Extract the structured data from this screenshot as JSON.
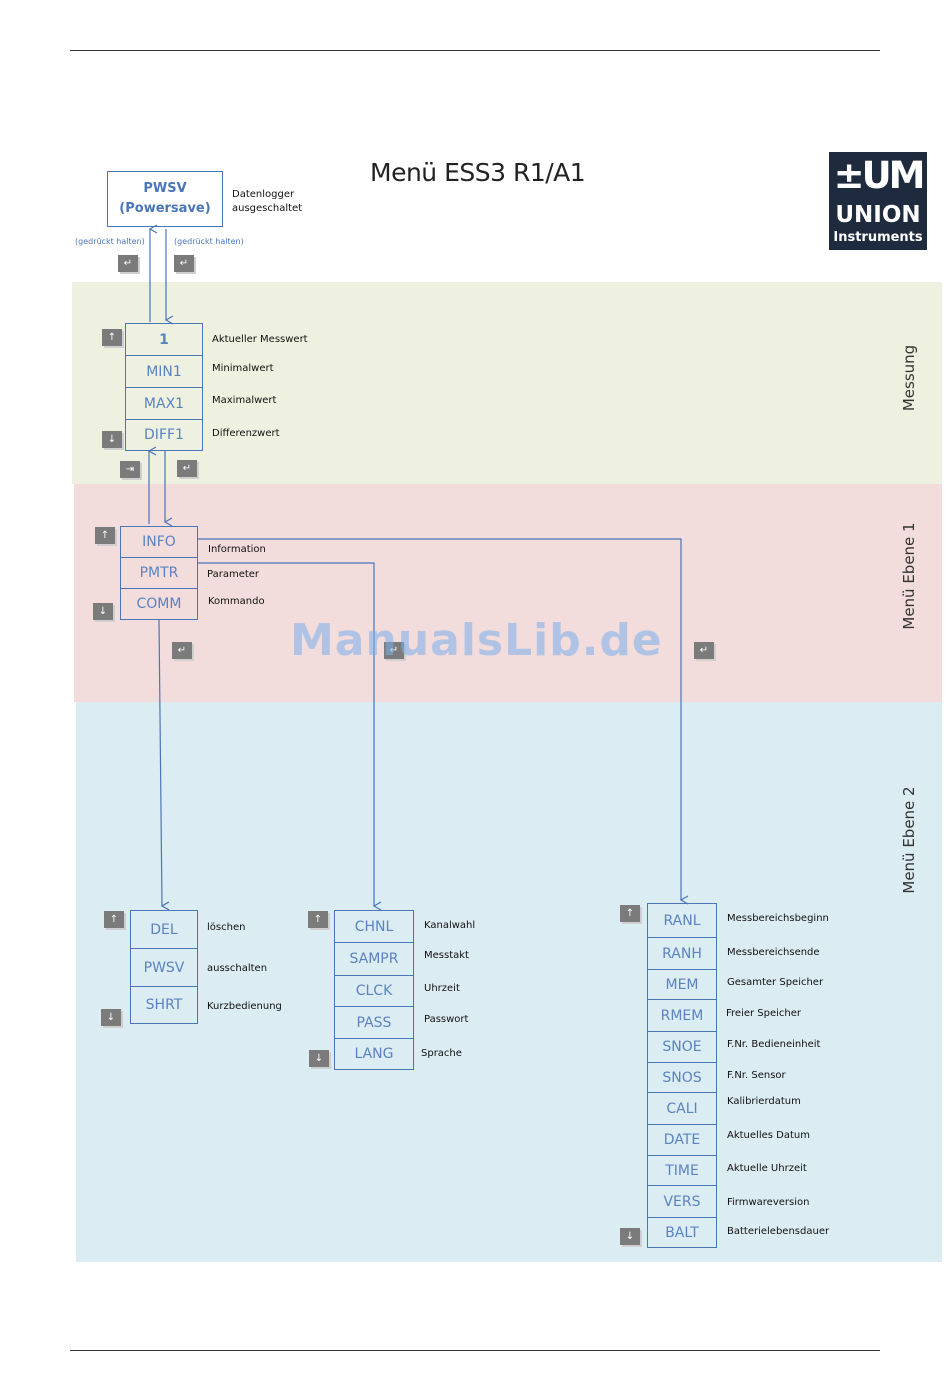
{
  "title": "Menü ESS3 R1/A1",
  "logo": {
    "mark": "±UM",
    "brand": "UNION",
    "sub": "Instruments",
    "bg_color": "#1e2a3e"
  },
  "watermark": "ManualsLib.de",
  "colors": {
    "band_messung": "#eef0e0",
    "band_menu1": "#f3dcdc",
    "band_menu2": "#dcecf3",
    "box_line": "#4a76b8"
  },
  "bands": {
    "messung": "Messung",
    "menu1": "Menü Ebene 1",
    "menu2": "Menü Ebene 2"
  },
  "top": {
    "pwsv_line1": "PWSV",
    "pwsv_line2": "(Powersave)",
    "desc_line1": "Datenlogger",
    "desc_line2": "ausgeschaltet",
    "hint_left": "(gedrückt halten)",
    "hint_right": "(gedrückt halten)"
  },
  "messung": [
    {
      "label": "1",
      "desc": "Aktueller Messwert"
    },
    {
      "label": "MIN1",
      "desc": "Minimalwert"
    },
    {
      "label": "MAX1",
      "desc": "Maximalwert"
    },
    {
      "label": "DIFF1",
      "desc": "Differenzwert"
    }
  ],
  "menu1": [
    {
      "label": "INFO",
      "desc": "Information"
    },
    {
      "label": "PMTR",
      "desc": "Parameter"
    },
    {
      "label": "COMM",
      "desc": "Kommando"
    }
  ],
  "comm_menu": [
    {
      "label": "DEL",
      "desc": "löschen"
    },
    {
      "label": "PWSV",
      "desc": "ausschalten"
    },
    {
      "label": "SHRT",
      "desc": "Kurzbedienung"
    }
  ],
  "pmtr_menu": [
    {
      "label": "CHNL",
      "desc": "Kanalwahl"
    },
    {
      "label": "SAMPR",
      "desc": "Messtakt"
    },
    {
      "label": "CLCK",
      "desc": "Uhrzeit"
    },
    {
      "label": "PASS",
      "desc": "Passwort"
    },
    {
      "label": "LANG",
      "desc": "Sprache"
    }
  ],
  "info_menu": [
    {
      "label": "RANL",
      "desc": "Messbereichsbeginn"
    },
    {
      "label": "RANH",
      "desc": "Messbereichsende"
    },
    {
      "label": "MEM",
      "desc": "Gesamter Speicher"
    },
    {
      "label": "RMEM",
      "desc": "Freier Speicher"
    },
    {
      "label": "SNOE",
      "desc": "F.Nr. Bedieneinheit"
    },
    {
      "label": "SNOS",
      "desc": "F.Nr. Sensor"
    },
    {
      "label": "CALI",
      "desc": "Kalibrierdatum"
    },
    {
      "label": "DATE",
      "desc": "Aktuelles Datum"
    },
    {
      "label": "TIME",
      "desc": "Aktuelle Uhrzeit"
    },
    {
      "label": "VERS",
      "desc": "Firmwareversion"
    },
    {
      "label": "BALT",
      "desc": "Batterielebensdauer"
    }
  ]
}
